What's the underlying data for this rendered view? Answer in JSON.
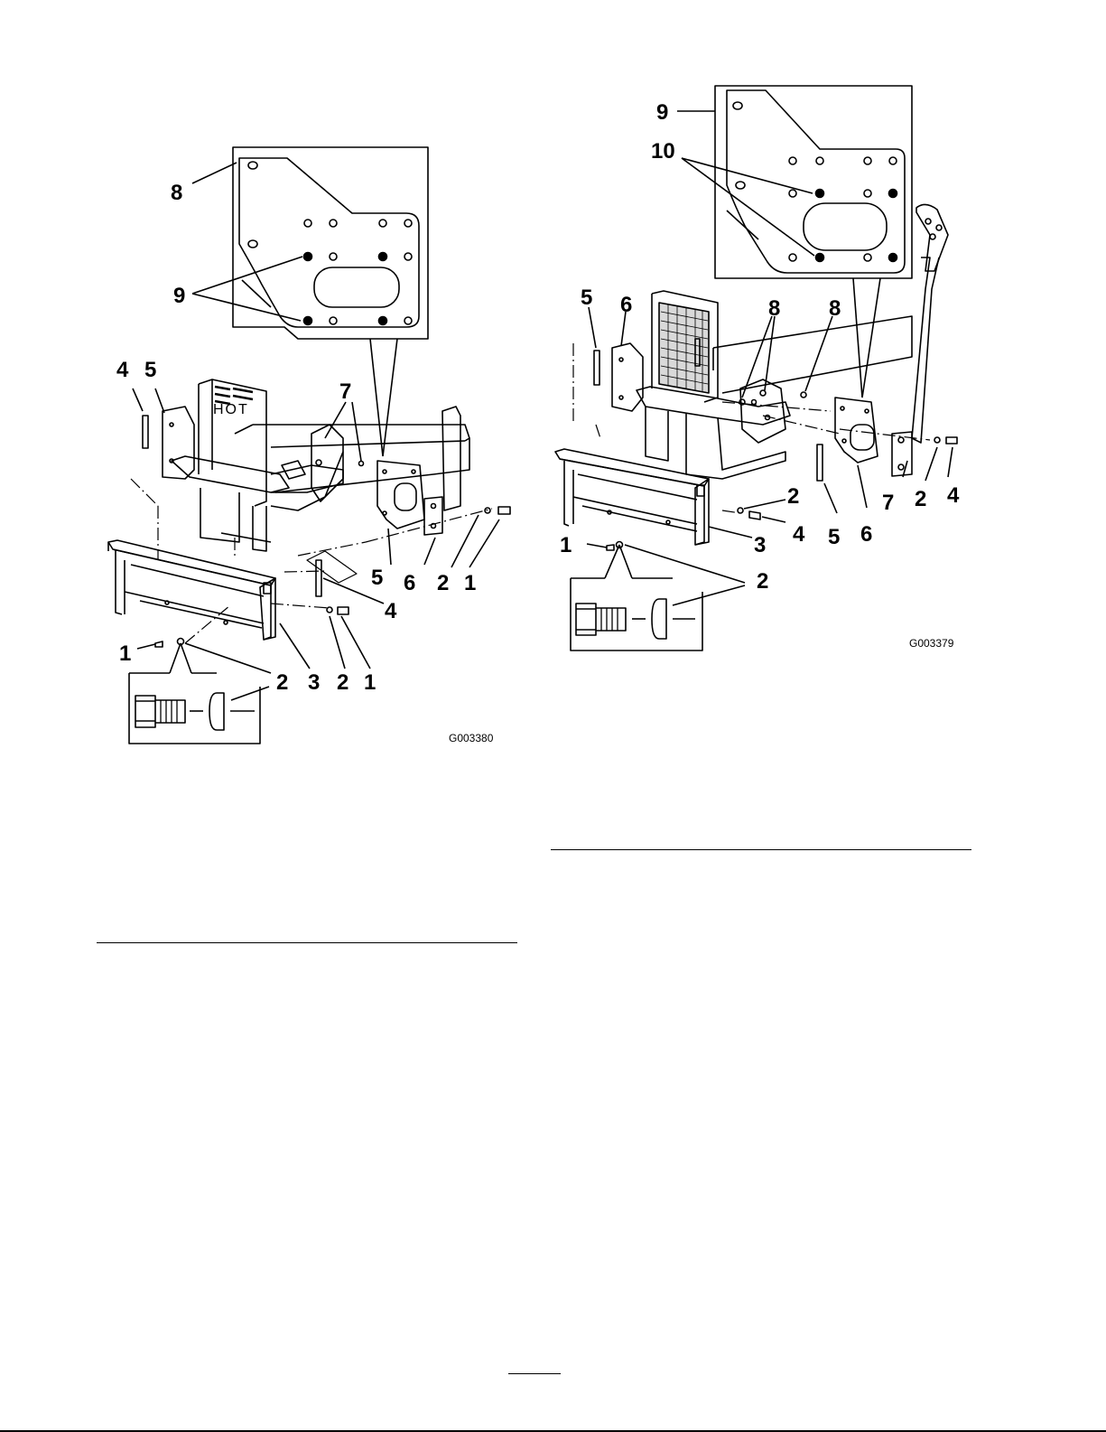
{
  "figure_left": {
    "id": "G003380",
    "callouts": {
      "c1a": "1",
      "c1b": "1",
      "c1c": "1",
      "c2a": "2",
      "c2b": "2",
      "c2c": "2",
      "c3": "3",
      "c4a": "4",
      "c4b": "4",
      "c5a": "5",
      "c5b": "5",
      "c6": "6",
      "c7": "7",
      "c8": "8",
      "c9": "9"
    },
    "decal_text": "HOT"
  },
  "figure_right": {
    "id": "G003379",
    "callouts": {
      "c1": "1",
      "c2a": "2",
      "c2b": "2",
      "c2c": "2",
      "c3": "3",
      "c4a": "4",
      "c4b": "4",
      "c5a": "5",
      "c5b": "5",
      "c6a": "6",
      "c6b": "6",
      "c7": "7",
      "c8a": "8",
      "c8b": "8",
      "c9": "9",
      "c10": "10"
    }
  }
}
